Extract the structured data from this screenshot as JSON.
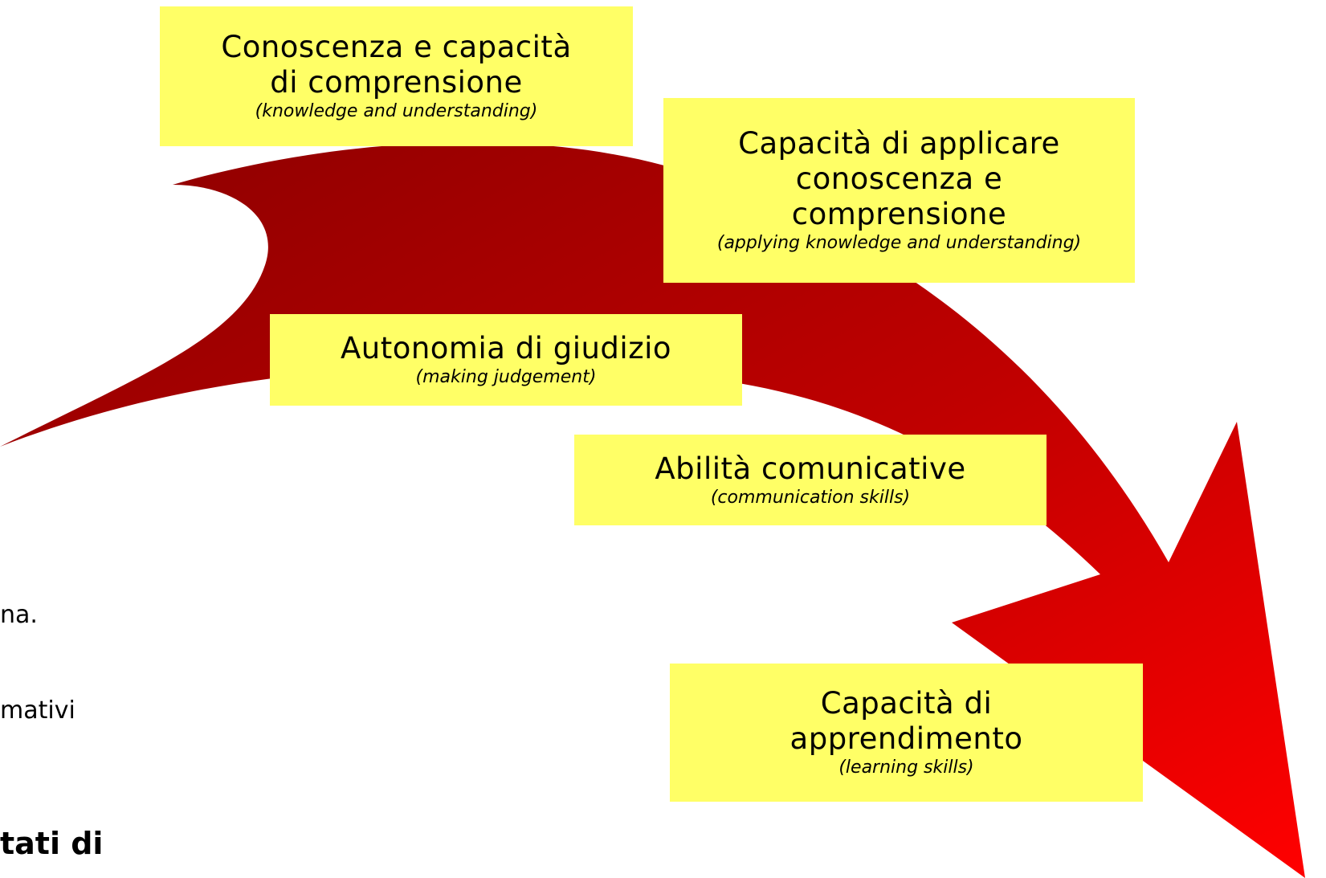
{
  "colors": {
    "arrow_dark": "#8b0000",
    "arrow_mid": "#c00000",
    "arrow_light": "#ff0000",
    "box_fill": "#ffff66",
    "text": "#000000"
  },
  "boxes": [
    {
      "main": "Conoscenza e capacità\ndi comprensione",
      "sub": "(knowledge and understanding)"
    },
    {
      "main": "Capacità di applicare\nconoscenza e\ncomprensione",
      "sub": "(applying knowledge and understanding)"
    },
    {
      "main": "Autonomia di giudizio",
      "sub": "(making judgement)"
    },
    {
      "main": "Abilità comunicative",
      "sub": "(communication skills)"
    },
    {
      "main": "Capacità di\napprendimento",
      "sub": "(learning skills)"
    }
  ],
  "side_text": {
    "line_1": "na.",
    "line_2": "mativi",
    "line_3": "tati di"
  }
}
